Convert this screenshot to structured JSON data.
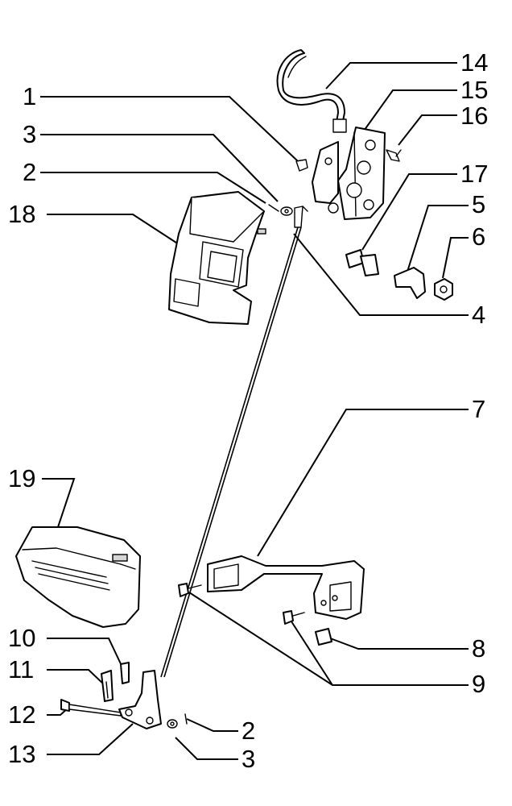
{
  "diagram": {
    "callouts": [
      {
        "id": "c1",
        "label": "1"
      },
      {
        "id": "c3a",
        "label": "3"
      },
      {
        "id": "c2a",
        "label": "2"
      },
      {
        "id": "c18",
        "label": "18"
      },
      {
        "id": "c14",
        "label": "14"
      },
      {
        "id": "c15",
        "label": "15"
      },
      {
        "id": "c16",
        "label": "16"
      },
      {
        "id": "c17",
        "label": "17"
      },
      {
        "id": "c5",
        "label": "5"
      },
      {
        "id": "c6",
        "label": "6"
      },
      {
        "id": "c4",
        "label": "4"
      },
      {
        "id": "c7",
        "label": "7"
      },
      {
        "id": "c19",
        "label": "19"
      },
      {
        "id": "c8",
        "label": "8"
      },
      {
        "id": "c9",
        "label": "9"
      },
      {
        "id": "c10",
        "label": "10"
      },
      {
        "id": "c11",
        "label": "11"
      },
      {
        "id": "c12",
        "label": "12"
      },
      {
        "id": "c13",
        "label": "13"
      },
      {
        "id": "c2b",
        "label": "2"
      },
      {
        "id": "c3b",
        "label": "3"
      }
    ]
  }
}
